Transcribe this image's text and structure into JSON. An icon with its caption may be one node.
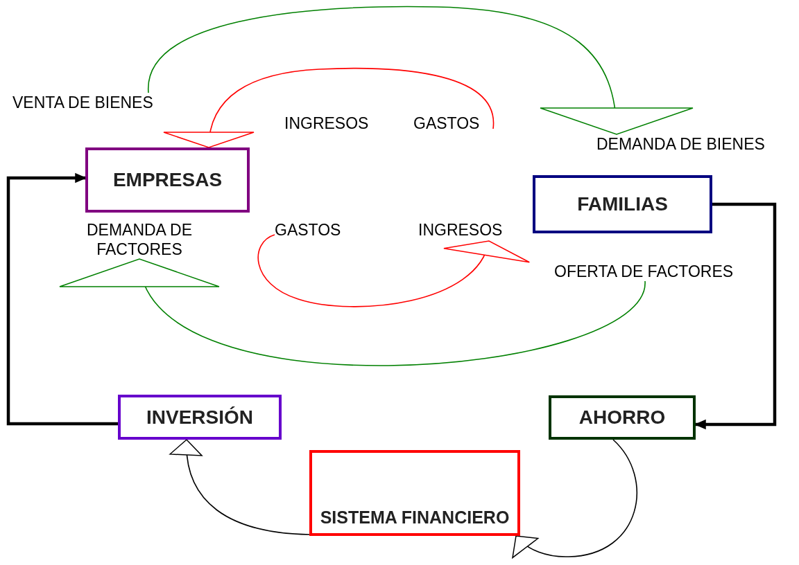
{
  "diagram": {
    "nodes": [
      {
        "text": [
          "VENTA DE BIENES"
        ]
      },
      {
        "text": [
          "INGRESOS"
        ]
      },
      {
        "text": [
          "GASTOS"
        ]
      },
      {
        "text": [
          "DEMANDA DE BIENES"
        ]
      },
      {
        "text": [
          "EMPRESAS"
        ]
      },
      {
        "text": [
          "FAMILIAS"
        ]
      },
      {
        "text": [
          "DEMANDA DE FACTORES"
        ]
      },
      {
        "text": [
          "GASTOS"
        ]
      },
      {
        "text": [
          "INGRESOS"
        ]
      },
      {
        "text": [
          "OFERTA DE FACTORES"
        ]
      },
      {
        "text": [
          "INVERSIÓN"
        ]
      },
      {
        "text": [
          "AHORRO"
        ]
      },
      {
        "text": [
          "SISTEMA FINANCIERO"
        ]
      }
    ],
    "edges": [
      {
        "from": 0,
        "to": 3,
        "arrow": "to",
        "color": "#008000"
      },
      {
        "from": 2,
        "to": 4,
        "arrow": "to",
        "color": "#ff0000"
      },
      {
        "from": 7,
        "to": 8,
        "arrow": "to",
        "color": "#ff0000"
      },
      {
        "from": 9,
        "to": 6,
        "arrow": "to",
        "color": "#008000"
      },
      {
        "from": 5,
        "to": 11,
        "arrow": "to",
        "style": "thick"
      },
      {
        "from": 10,
        "to": 4,
        "arrow": "to",
        "style": "thick"
      },
      {
        "from": 11,
        "to": 12,
        "arrow": "to"
      },
      {
        "from": 12,
        "to": 10,
        "arrow": "to"
      }
    ]
  }
}
